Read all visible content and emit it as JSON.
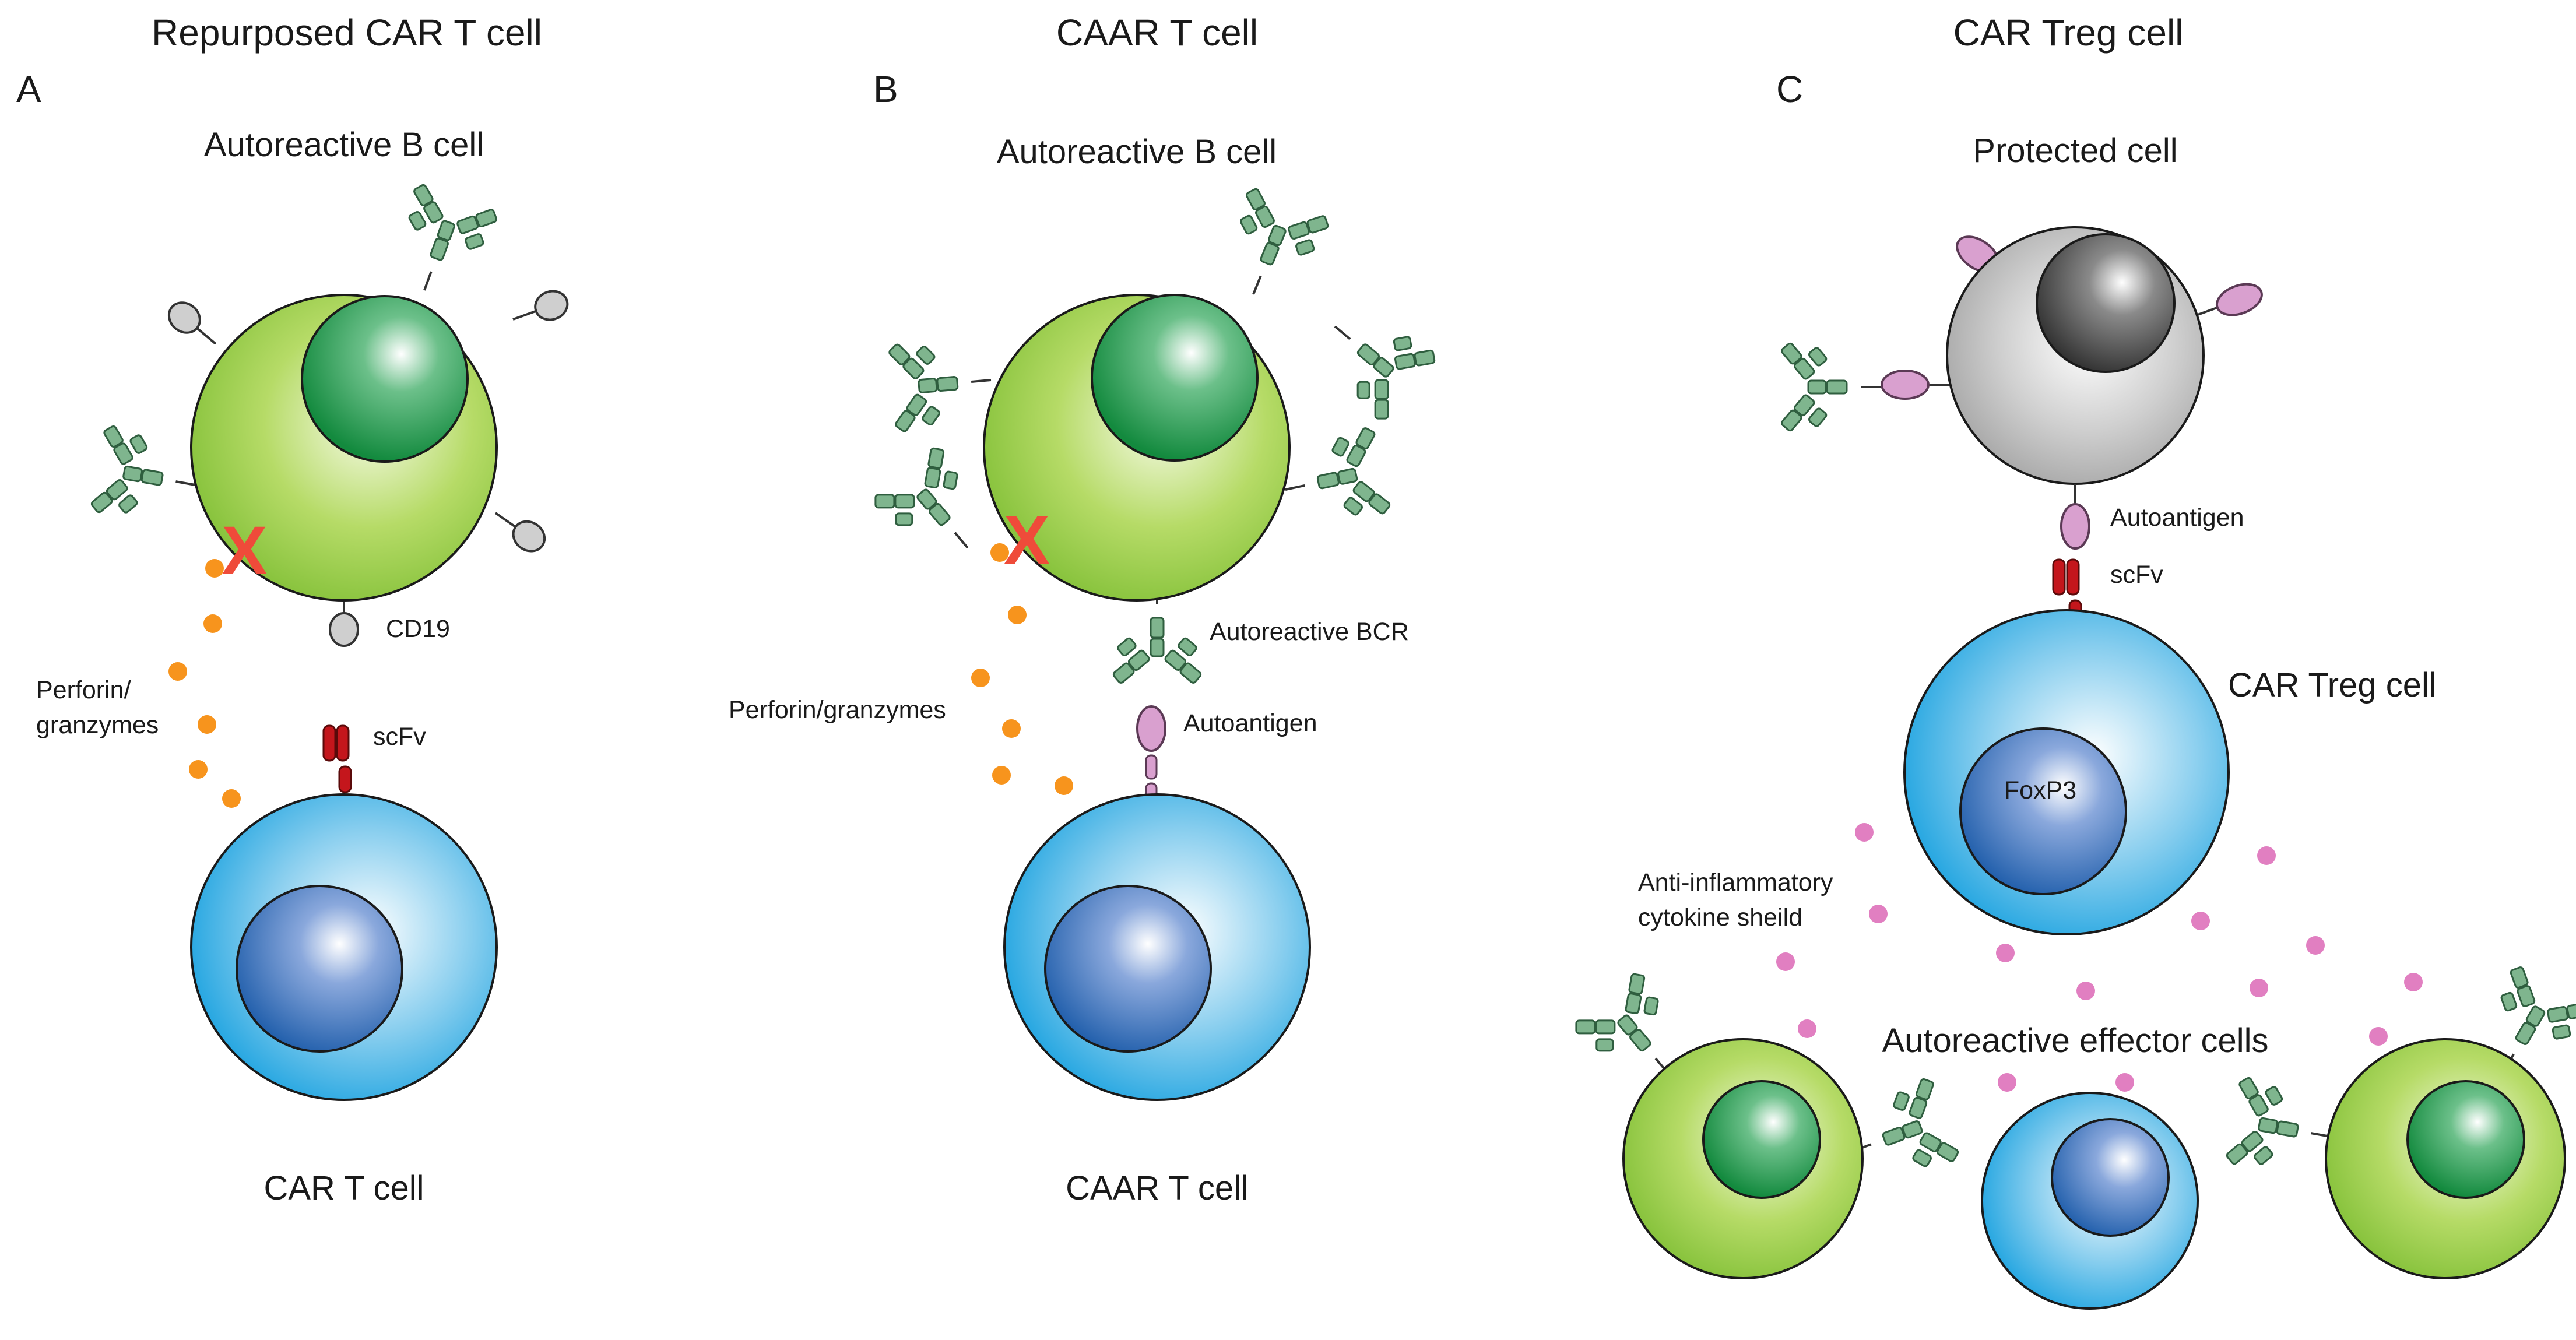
{
  "panels": [
    {
      "letter": "A",
      "title": "Repurposed CAR T cell",
      "top_cell_label": "Autoreactive B cell",
      "bottom_cell_label": "CAR T cell",
      "marker_label": "CD19",
      "receptor_label": "scFv",
      "effector_label_line1": "Perforin/",
      "effector_label_line2": "granzymes",
      "blocked_mark": "X"
    },
    {
      "letter": "B",
      "title": "CAAR T cell",
      "top_cell_label": "Autoreactive B cell",
      "bottom_cell_label": "CAAR T cell",
      "bcr_label": "Autoreactive BCR",
      "receptor_label": "Autoantigen",
      "effector_label": "Perforin/granzymes",
      "blocked_mark": "X"
    },
    {
      "letter": "C",
      "title": "CAR Treg cell",
      "protected_cell_label": "Protected cell",
      "antigen_label": "Autoantigen",
      "receptor_label": "scFv",
      "treg_label": "CAR Treg cell",
      "nucleus_label": "FoxP3",
      "shield_label_line1": "Anti-inflammatory",
      "shield_label_line2": "cytokine sheild",
      "effector_cells_label": "Autoreactive effector cells"
    }
  ],
  "colors": {
    "b_cell": "#8cc63f",
    "b_nucleus": "#1e9a4b",
    "t_cell": "#29a9e1",
    "t_nucleus": "#2f6fb6",
    "protected_cell": "#b0b0b0",
    "protected_nucleus": "#5a5a5a",
    "perforin_dot": "#f7941d",
    "cytokine_dot": "#e17fc1",
    "scfv": "#c4161c",
    "autoantigen": "#d9a0cf",
    "antibody": "#7fb58e",
    "marker": "#c8c8c8",
    "x_mark": "#ef4b3a"
  }
}
